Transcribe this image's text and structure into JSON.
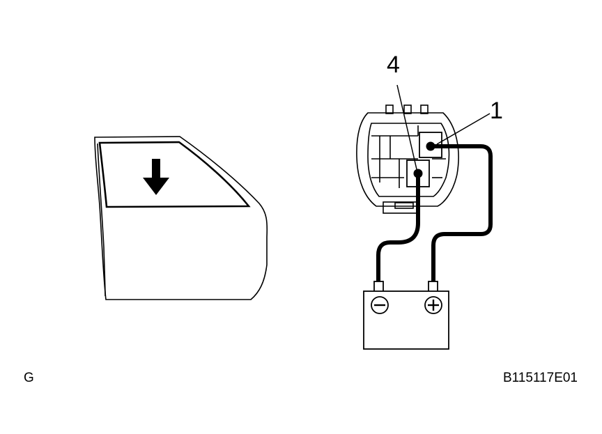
{
  "diagram": {
    "callouts": {
      "terminal_4": "4",
      "terminal_1": "1"
    },
    "footer": {
      "left_code": "G",
      "right_code": "B115117E01"
    },
    "battery": {
      "negative_symbol": "minus",
      "positive_symbol": "plus"
    },
    "door": {
      "arrow_direction": "down"
    },
    "colors": {
      "line": "#000000",
      "background": "#ffffff"
    }
  }
}
